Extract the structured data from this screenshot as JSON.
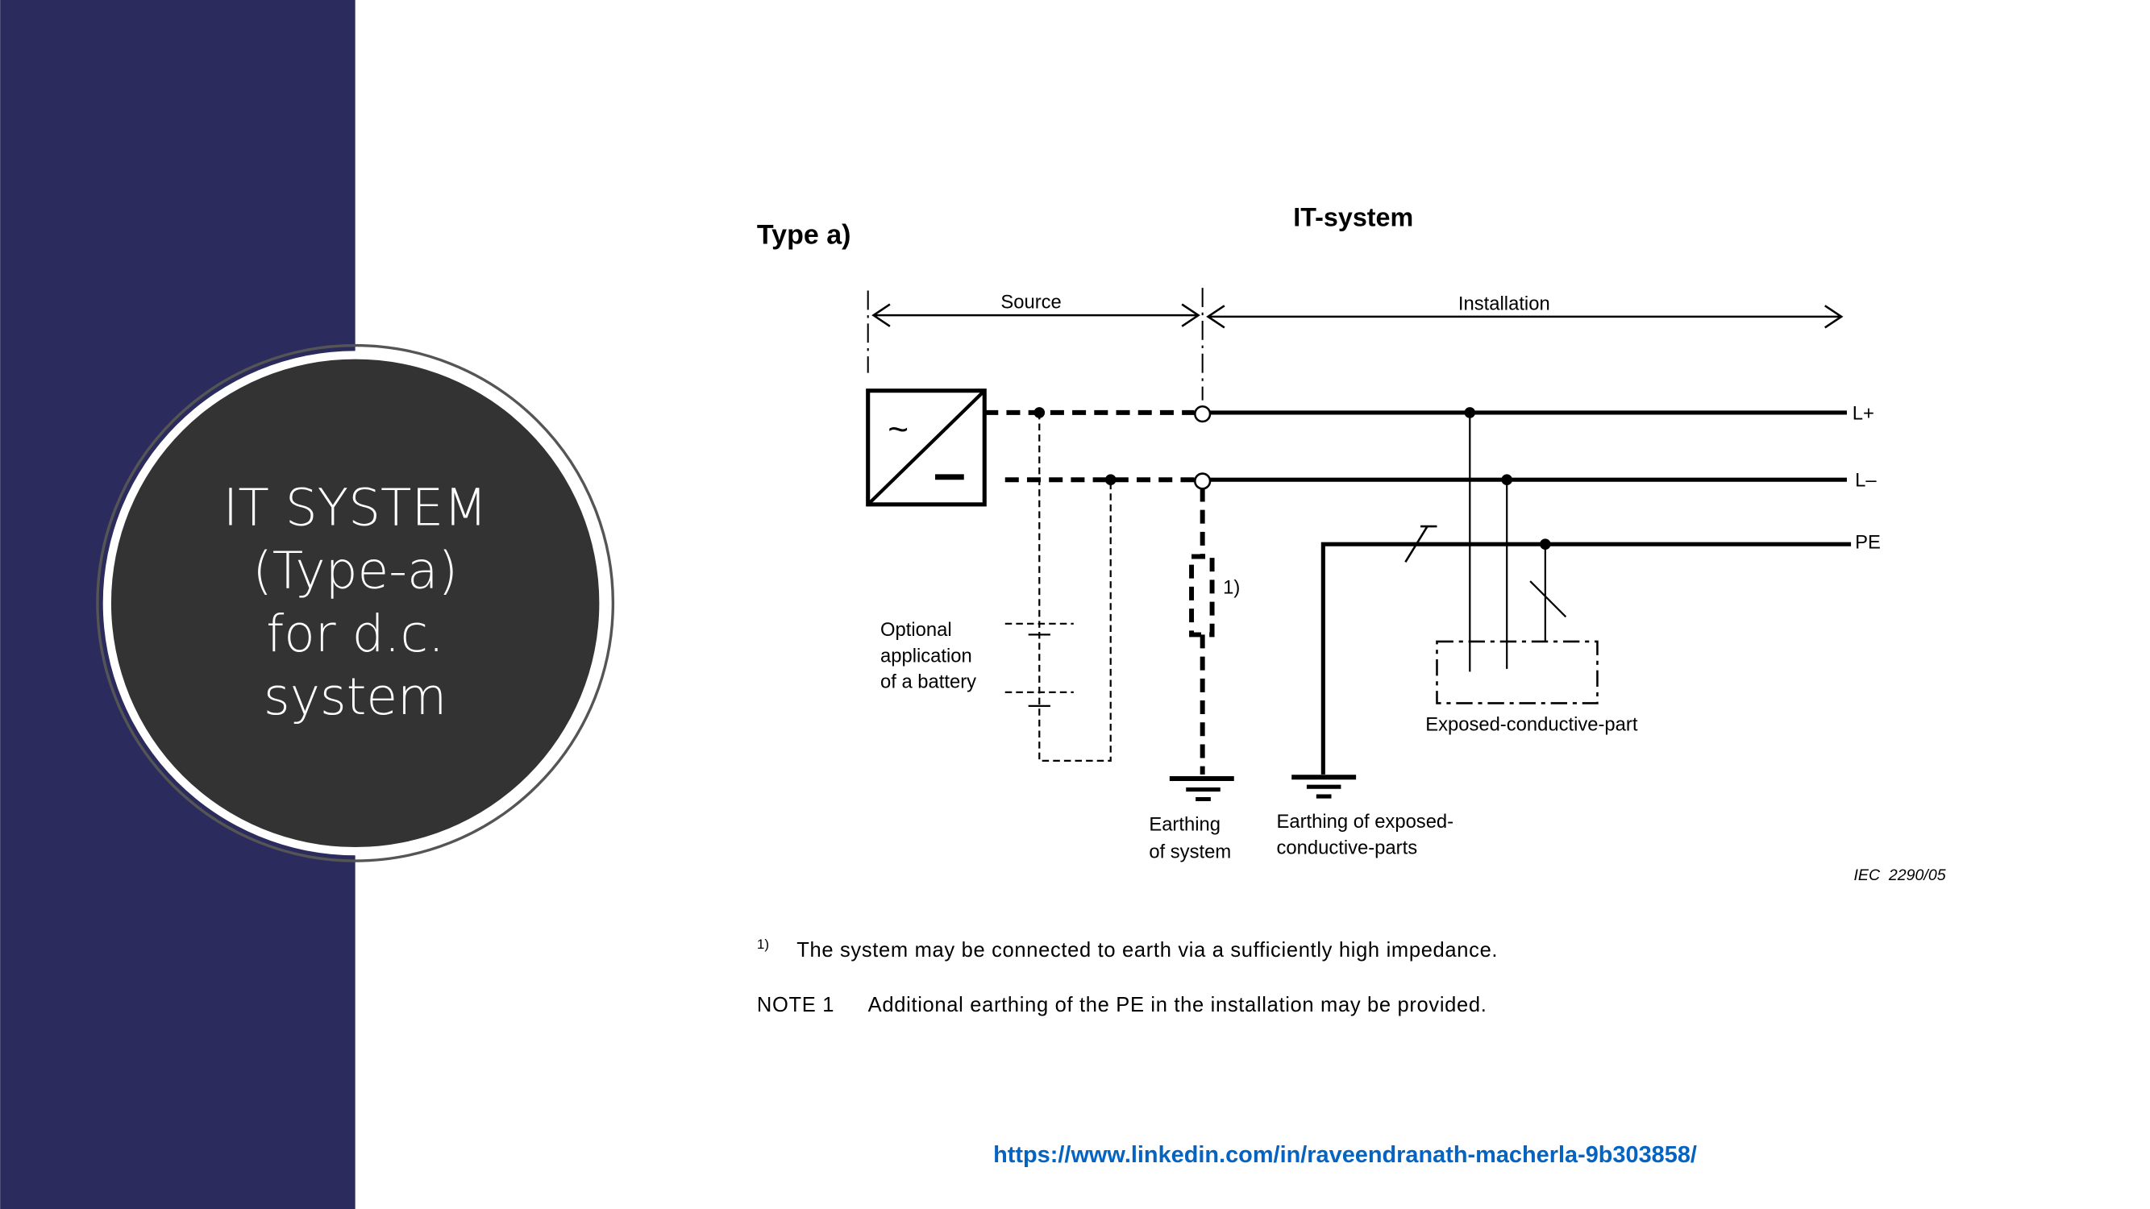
{
  "slide": {
    "title_lines": [
      "IT SYSTEM",
      "(Type-a)",
      "for d.c.",
      "system"
    ],
    "link": "https://www.linkedin.com/in/raveendranath-macherla-9b303858/",
    "colors": {
      "sidebar": "#2b2b5e",
      "circle": "#333333",
      "link": "#0563c1"
    }
  },
  "diagram": {
    "type_label": "Type a)",
    "system_title": "IT-system",
    "source_label": "Source",
    "installation_label": "Installation",
    "conductors": [
      "L+",
      "L–",
      "PE"
    ],
    "impedance_ref": "1)",
    "battery_label": [
      "Optional",
      "application",
      "of a battery"
    ],
    "exposed_part_label": "Exposed-conductive-part",
    "earthing_system_label": [
      "Earthing",
      "of system"
    ],
    "earthing_exposed_label": [
      "Earthing of exposed-",
      "conductive-parts"
    ],
    "figure_ref": "IEC  2290/05",
    "ac_symbol": "~"
  },
  "notes": {
    "footnote_marker": "1)",
    "footnote_text": "The system may be connected to earth via a sufficiently high impedance.",
    "note_label": "NOTE 1",
    "note_text": "Additional earthing of the PE in the installation may be provided."
  }
}
